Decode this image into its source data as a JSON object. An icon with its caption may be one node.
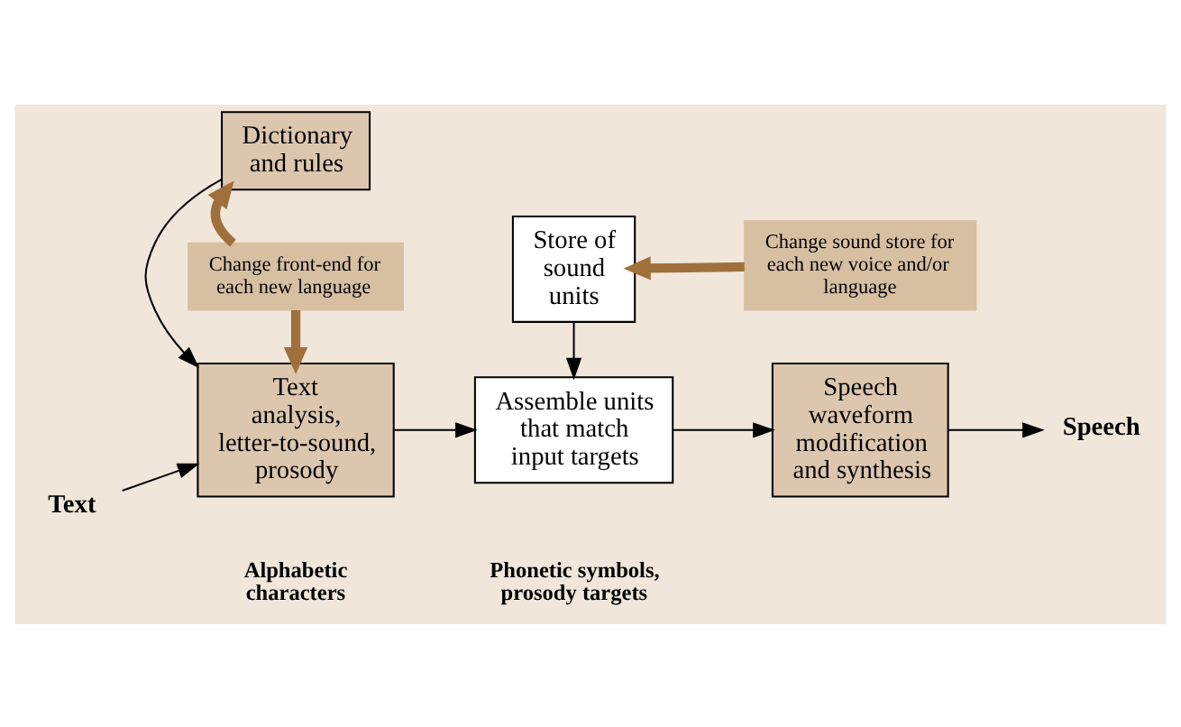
{
  "diagram": {
    "nodes": [
      {
        "text": [
          "Dictionary and rules"
        ]
      },
      {
        "text": [
          "Store of sound units"
        ]
      },
      {
        "text": [
          "Change front-end for each new language"
        ]
      },
      {
        "text": [
          "Change sound store for each new voice and/or language"
        ]
      },
      {
        "text": [
          "Text analysis, letter-to-sound, prosody"
        ]
      },
      {
        "text": [
          "Assemble units that match input targets"
        ]
      },
      {
        "text": [
          "Speech waveform modification and synthesis"
        ]
      },
      {
        "text": [
          "Text"
        ]
      },
      {
        "text": [
          "Speech"
        ]
      }
    ],
    "edges": [
      {
        "from": 0,
        "to": 4,
        "arrow": "to"
      },
      {
        "from": 1,
        "to": 5,
        "arrow": "to"
      },
      {
        "from": 2,
        "to": 0,
        "arrow": "to",
        "style": "thick",
        "color": "#a0703c"
      },
      {
        "from": 2,
        "to": 4,
        "arrow": "to",
        "style": "thick",
        "color": "#a0703c"
      },
      {
        "from": 3,
        "to": 1,
        "arrow": "to",
        "style": "thick",
        "color": "#a0703c"
      },
      {
        "from": 7,
        "to": 4,
        "arrow": "to"
      },
      {
        "from": 4,
        "to": 5,
        "arrow": "to"
      },
      {
        "from": 5,
        "to": 6,
        "arrow": "to"
      },
      {
        "from": 6,
        "to": 8,
        "arrow": "to"
      }
    ],
    "labels": [
      "Alphabetic characters",
      "Phonetic symbols, prosody targets"
    ]
  }
}
